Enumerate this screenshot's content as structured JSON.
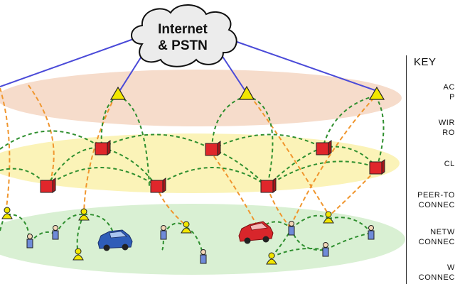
{
  "cloud": {
    "line1": "Internet",
    "line2": "& PSTN"
  },
  "key": {
    "title": "KEY",
    "items": [
      {
        "line1": "AC",
        "line2": "P"
      },
      {
        "line1": "WIR",
        "line2": "RO"
      },
      {
        "line1": "CL",
        "line2": ""
      },
      {
        "line1": "PEER-TO",
        "line2": "CONNEC"
      },
      {
        "line1": "NETW",
        "line2": "CONNEC"
      },
      {
        "line1": "W",
        "line2": "CONNEC"
      }
    ]
  },
  "colors": {
    "access_layer": "#f6dccb",
    "router_layer": "#fbf3b8",
    "client_layer": "#d9f0d3",
    "backhaul_link": "#4a4ad8",
    "mesh_link": "#2f8f2f",
    "client_link": "#f0962e",
    "access_point": "#f2e600",
    "router": "#e0262b",
    "car_blue": "#2f5db8",
    "car_red": "#d8262b"
  }
}
